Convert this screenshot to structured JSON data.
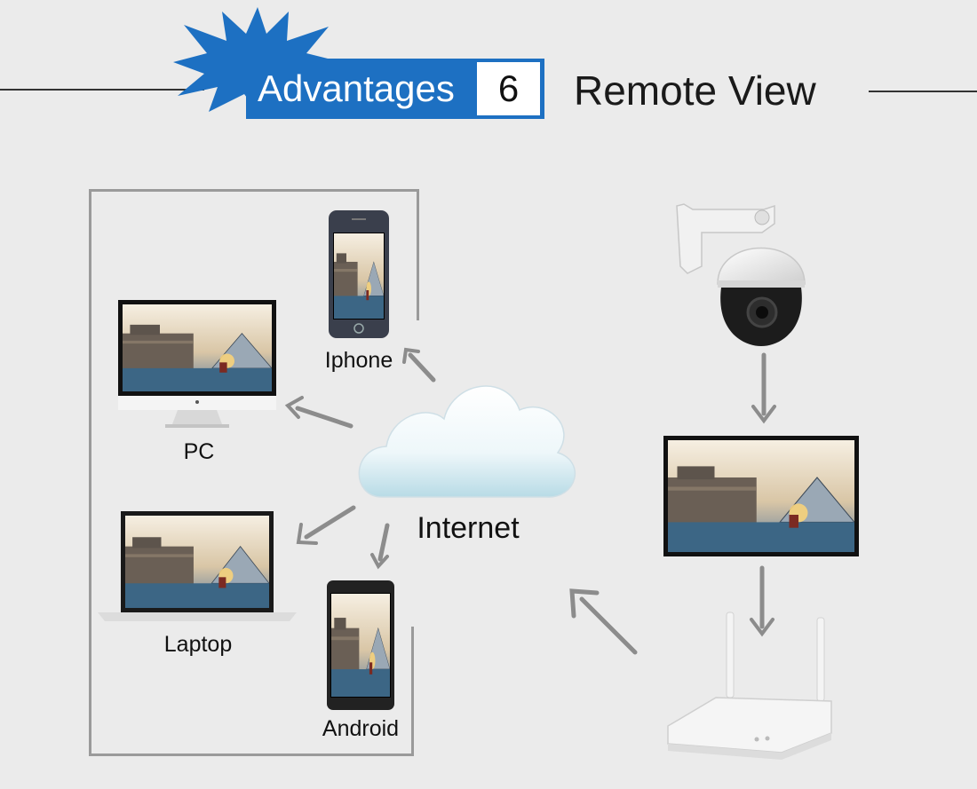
{
  "header": {
    "badge_label": "Advantages",
    "badge_number": "6",
    "title": "Remote View"
  },
  "devices": {
    "iphone": "Iphone",
    "pc": "PC",
    "laptop": "Laptop",
    "android": "Android"
  },
  "network": {
    "internet": "Internet"
  },
  "colors": {
    "accent_blue": "#1d70c2",
    "background": "#ebebeb",
    "arrow_gray": "#8c8c8c"
  }
}
